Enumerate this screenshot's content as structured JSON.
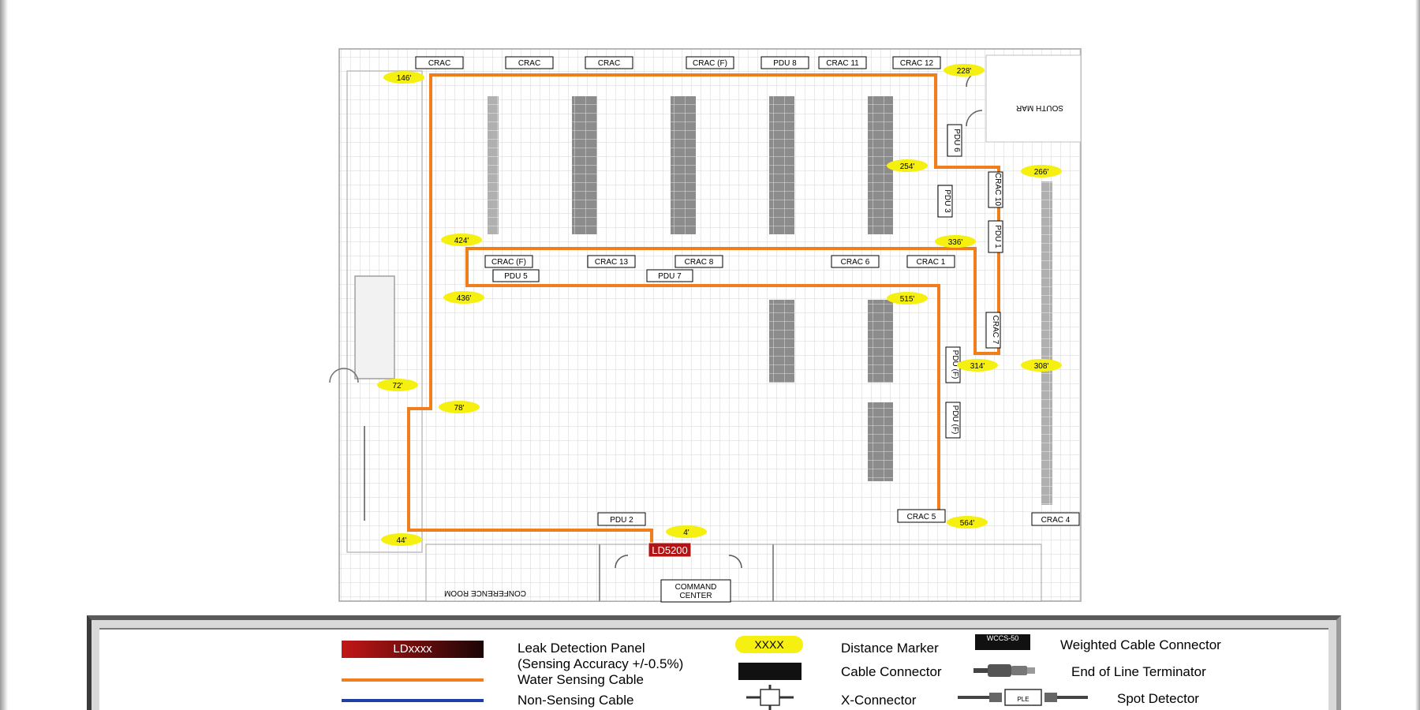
{
  "map": {
    "top_labels": [
      "CRAC",
      "CRAC",
      "CRAC",
      "CRAC (F)",
      "PDU 8",
      "CRAC 11",
      "CRAC 12"
    ],
    "mid_labels": {
      "crac_f": "CRAC (F)",
      "pdu5": "PDU 5",
      "crac13": "CRAC 13",
      "crac8": "CRAC 8",
      "pdu7": "PDU 7",
      "crac6": "CRAC 6",
      "crac1": "CRAC 1"
    },
    "vertical_labels": {
      "pdu6": "PDU 6",
      "pdu3": "PDU 3",
      "crac10": "CRAC 10",
      "pdu1": "PDU 1",
      "crac7": "CRAC 7",
      "pduf1": "PDU (F)",
      "pduf2": "PDU (F)"
    },
    "bottom_labels": {
      "pdu2": "PDU 2",
      "crac5": "CRAC 5",
      "crac4": "CRAC 4",
      "command_center_1": "COMMAND",
      "command_center_2": "CENTER",
      "conference_room": "CONFERENCE ROOM",
      "south_mar": "SOUTH MAR"
    },
    "panel_label": "LD5200",
    "distances": [
      "146'",
      "228'",
      "254'",
      "266'",
      "424'",
      "336'",
      "436'",
      "515'",
      "314'",
      "308'",
      "72'",
      "78'",
      "4'",
      "44'",
      "564'"
    ]
  },
  "legend": {
    "panel_sample": "LDxxxx",
    "panel_text_1": "Leak Detection Panel",
    "panel_text_2": "(Sensing Accuracy +/-0.5%)",
    "water_cable": "Water Sensing Cable",
    "non_sensing": "Non-Sensing Cable",
    "marker_sample": "XXXX",
    "distance_marker": "Distance Marker",
    "cable_connector": "Cable Connector",
    "x_connector": "X-Connector",
    "weighted_sample": "WCCS-50",
    "weighted_connector": "Weighted Cable Connector",
    "end_terminator": "End of Line Terminator",
    "spot_sample": "PLE",
    "spot_detector": "Spot Detector"
  },
  "colors": {
    "sensing_cable": "#f07e1c",
    "non_sensing_cable": "#1e3fa6",
    "distance_marker": "#f5f00f",
    "panel": "#c41616"
  }
}
